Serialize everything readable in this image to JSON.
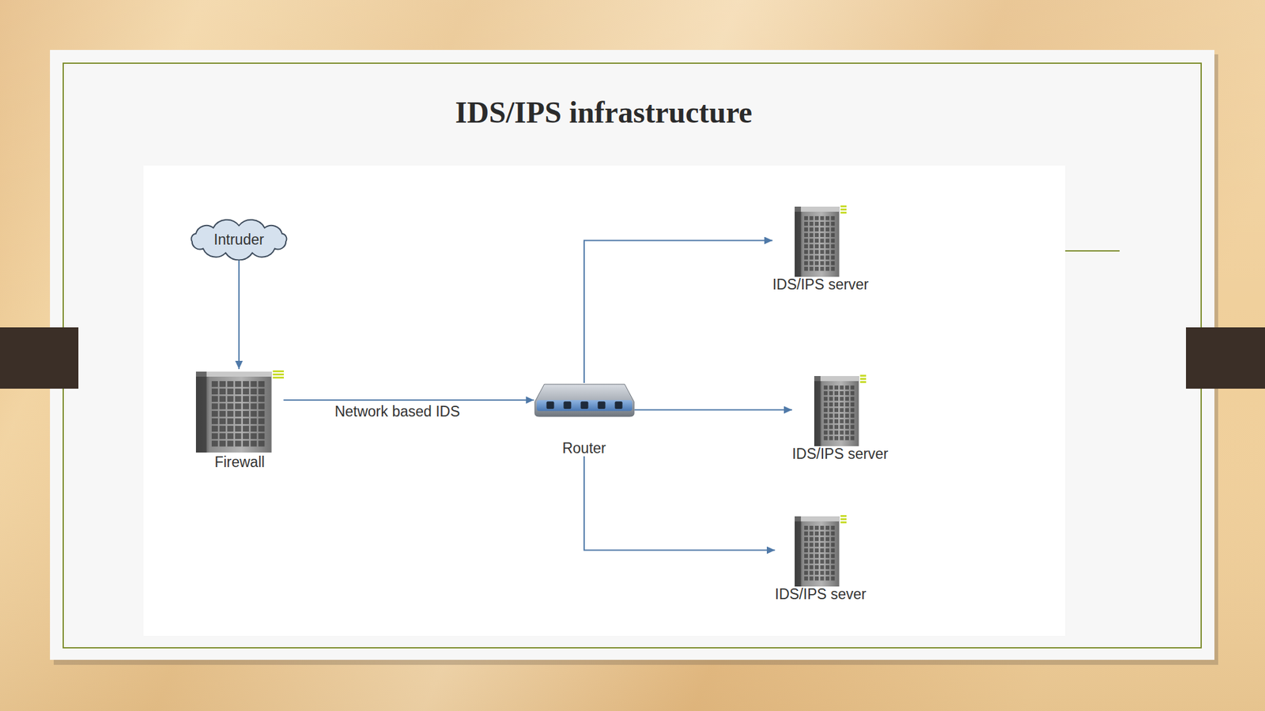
{
  "diagram": {
    "title": "IDS/IPS infrastructure",
    "nodes": [
      {
        "text": [
          "Intruder"
        ]
      },
      {
        "text": [
          "IDS/IPS server"
        ]
      },
      {
        "text": [
          "Firewall"
        ]
      },
      {
        "text": [
          "Router"
        ]
      },
      {
        "text": [
          "IDS/IPS server"
        ]
      },
      {
        "text": [
          "IDS/IPS sever"
        ]
      }
    ],
    "edges": [
      {
        "from": 0,
        "to": 2,
        "arrow": "to"
      },
      {
        "from": 2,
        "to": 3,
        "label": "Network based IDS",
        "arrow": "to"
      },
      {
        "from": 3,
        "to": 1,
        "arrow": "to"
      },
      {
        "from": 3,
        "to": 4,
        "arrow": "to"
      },
      {
        "from": 3,
        "to": 5,
        "arrow": "to"
      }
    ]
  }
}
